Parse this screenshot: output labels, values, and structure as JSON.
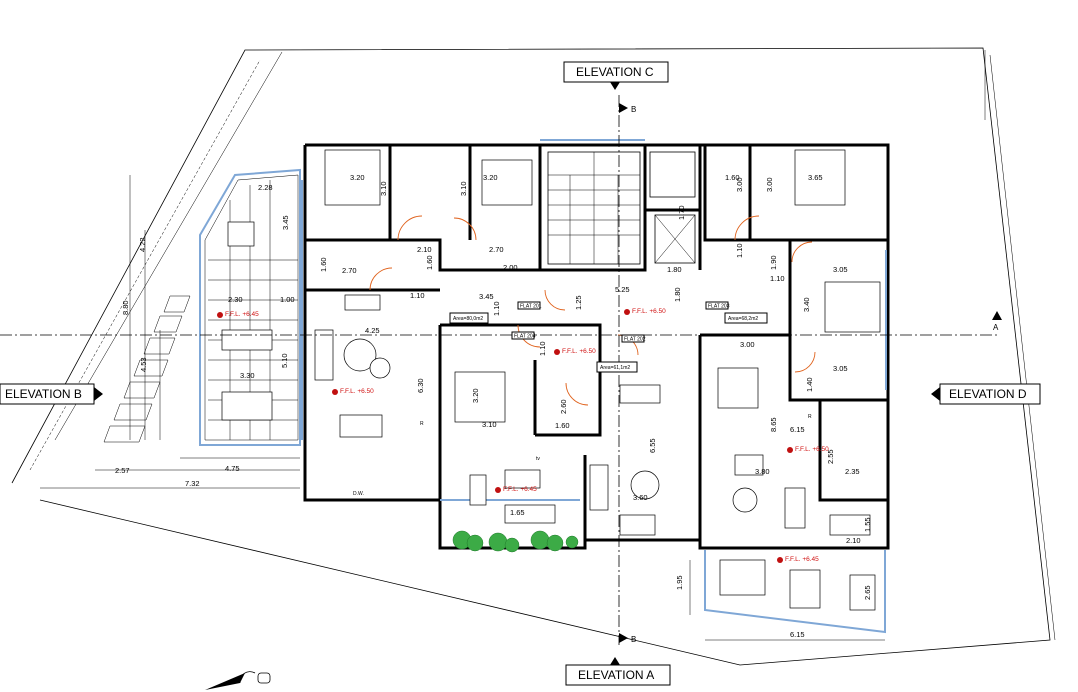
{
  "elevations": {
    "top": "ELEVATION C",
    "left": "ELEVATION B",
    "right": "ELEVATION D",
    "bottom": "ELEVATION A"
  },
  "section_marks": {
    "a": "A",
    "b": "B"
  },
  "areas": {
    "left": "Area=80,0m2",
    "center": "Area=61,1m2",
    "right": "Area=68,2m2"
  },
  "flat_tags": {
    "t1": "FLAT 201",
    "t2": "FLAT 202",
    "t3": "FLAT 203",
    "t4": "FLAT 204"
  },
  "levels": {
    "terrace_left": "F.F.L. +6.45",
    "living_left": "F.F.L. +6.50",
    "hall_center": "F.F.L. +6.50",
    "hall_left": "F.F.L. +6.50",
    "living_right": "F.F.L. +6.50",
    "balcony_center": "F.F.L. +6.45",
    "balcony_right": "F.F.L. +6.45"
  },
  "labels": {
    "dw": "D.W.",
    "tv": "tv",
    "r1": "R",
    "r2": "R"
  },
  "dimensions": {
    "d1": "2.28",
    "d2": "3.45",
    "d3": "4.22",
    "d4": "8.80",
    "d5": "4.53",
    "d6": "2.30",
    "d7": "1.00",
    "d8": "4.25",
    "d9": "3.30",
    "d10": "5.10",
    "d11": "2.57",
    "d12": "4.75",
    "d13": "7.32",
    "d14": "3.20",
    "d15": "3.10",
    "d16": "3.20",
    "d17": "3.10",
    "d18": "2.10",
    "d19": "1.60",
    "d20": "2.70",
    "d21": "2.70",
    "d22": "1.60",
    "d23": "2.00",
    "d24": "1.10",
    "d25": "3.45",
    "d26": "6.30",
    "d27": "1.10",
    "d28": "1.25",
    "d29": "5.25",
    "d30": "1.80",
    "d31": "1.80",
    "d32": "1.10",
    "d33": "3.20",
    "d34": "3.10",
    "d35": "2.60",
    "d36": "1.60",
    "d37": "6.55",
    "d38": "3.60",
    "d39": "1.60",
    "d40": "3.00",
    "d41": "3.00",
    "d42": "3.65",
    "d43": "1.10",
    "d44": "1.90",
    "d45": "1.10",
    "d46": "3.05",
    "d47": "3.40",
    "d48": "3.00",
    "d49": "3.05",
    "d50": "1.40",
    "d51": "6.15",
    "d52": "8.65",
    "d53": "2.55",
    "d54": "2.35",
    "d55": "3.80",
    "d56": "2.10",
    "d57": "1.55",
    "d58": "1.95",
    "d59": "2.65",
    "d60": "6.15",
    "d61": "1.65",
    "d62": "1.70"
  }
}
